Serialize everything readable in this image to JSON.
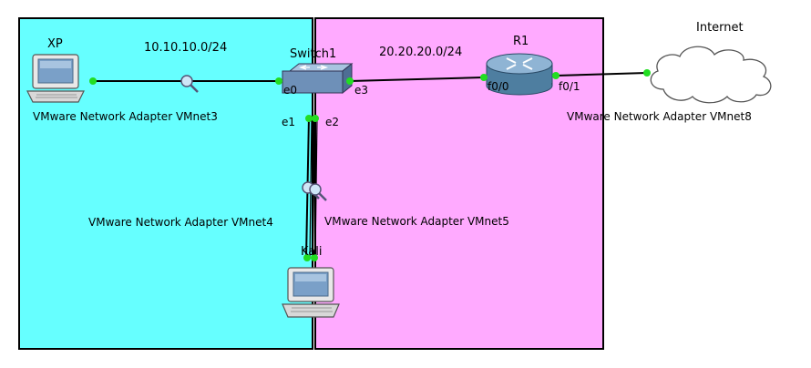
{
  "zones": [
    {
      "id": "zone-left",
      "color": "#66FFFF",
      "border": "#000000"
    },
    {
      "id": "zone-right",
      "color": "#FFAAFF",
      "border": "#000000"
    }
  ],
  "subnets": {
    "left": "10.10.10.0/24",
    "right": "20.20.20.0/24"
  },
  "nodes": {
    "xp": {
      "label": "XP",
      "icon": "laptop-icon"
    },
    "switch": {
      "label": "Switch1",
      "icon": "switch-icon"
    },
    "router": {
      "label": "R1",
      "icon": "router-icon"
    },
    "internet": {
      "label": "Internet",
      "icon": "cloud-icon"
    },
    "kali": {
      "label": "Kali",
      "icon": "laptop-icon"
    }
  },
  "ports": {
    "e0": "e0",
    "e1": "e1",
    "e2": "e2",
    "e3": "e3",
    "f00": "f0/0",
    "f01": "f0/1"
  },
  "adapters": {
    "vmnet3": "VMware Network Adapter VMnet3",
    "vmnet4": "VMware Network Adapter VMnet4",
    "vmnet5": "VMware Network Adapter VMnet5",
    "vmnet8": "VMware Network Adapter VMnet8"
  },
  "colors": {
    "link": "#000000",
    "port_dot": "#22DD22",
    "left_zone": "#66FFFF",
    "right_zone": "#FFAAFF"
  }
}
